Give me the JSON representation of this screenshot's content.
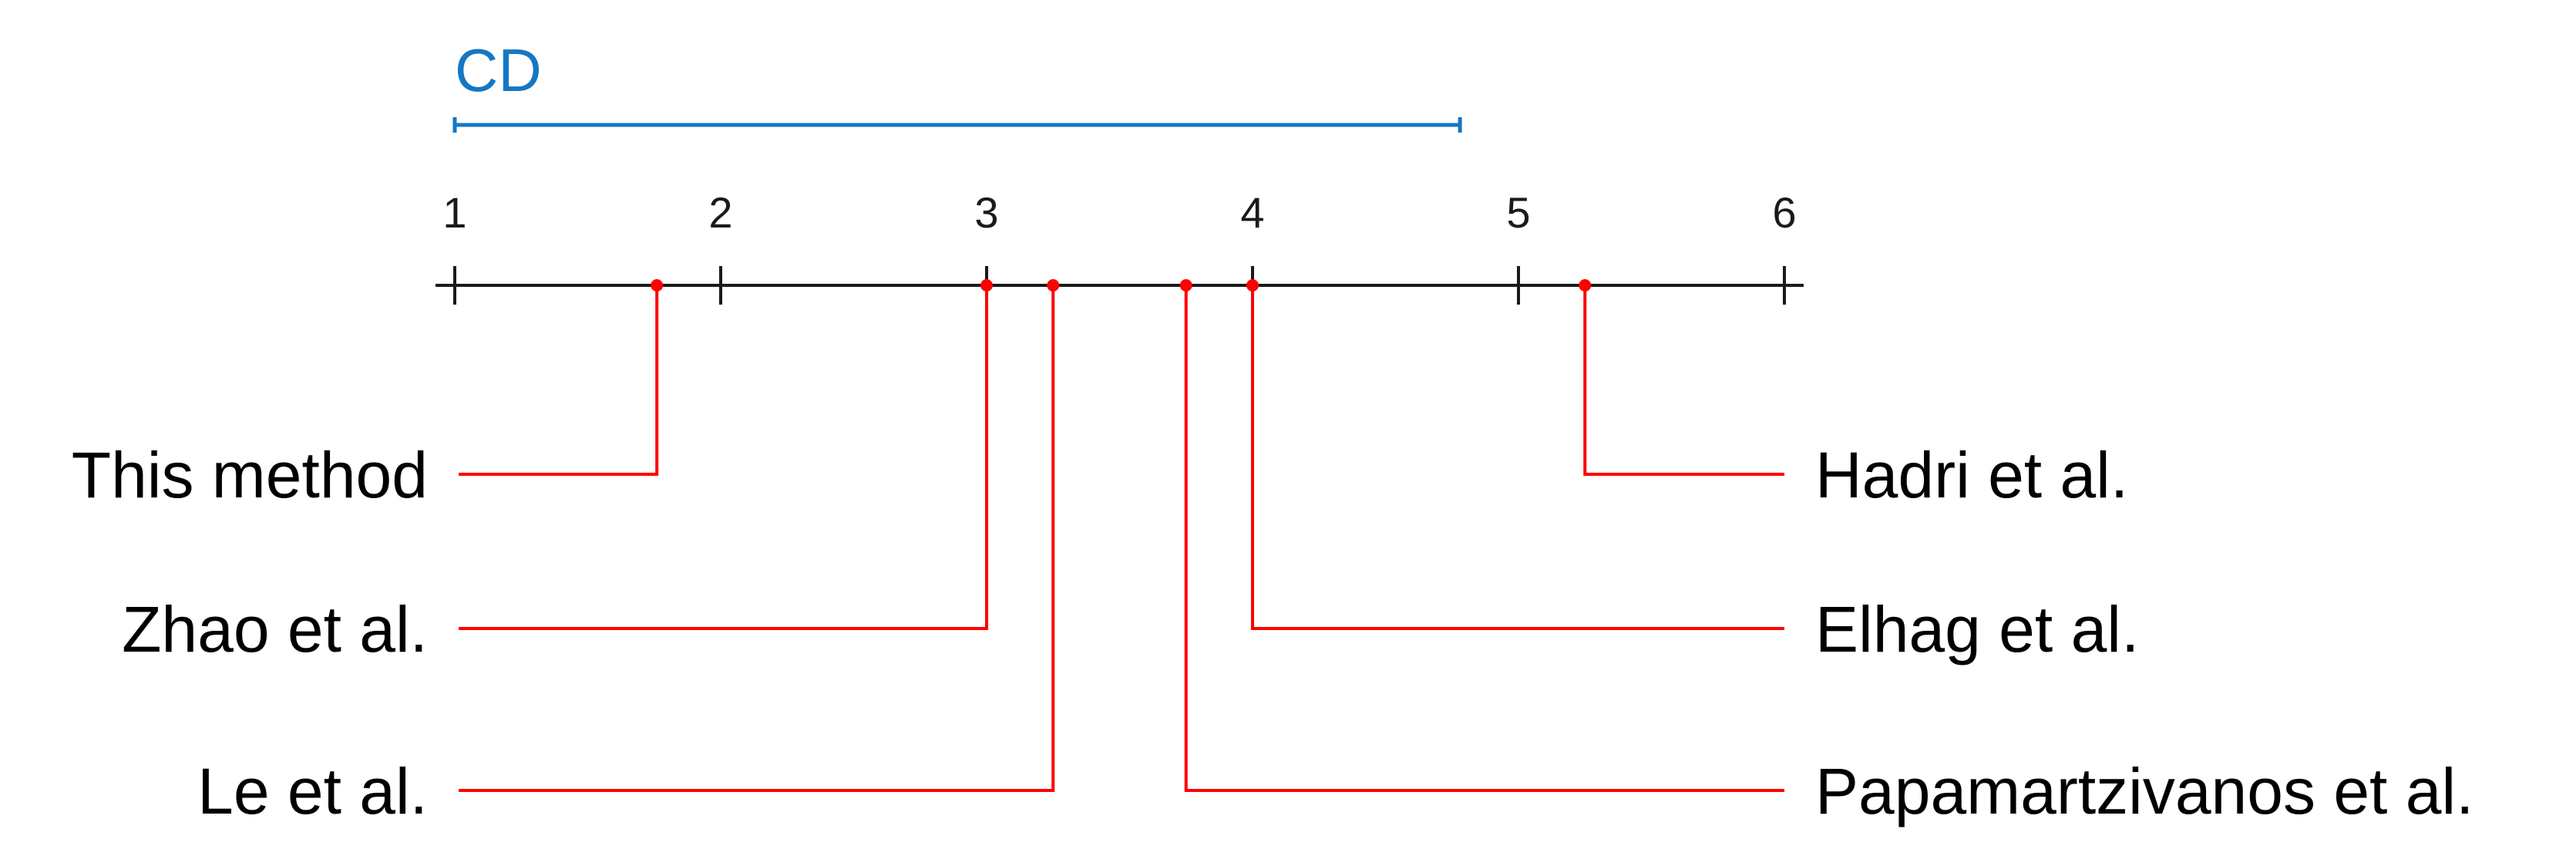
{
  "chart_data": {
    "type": "critical-difference",
    "axis": {
      "min": 1,
      "max": 6,
      "ticks": [
        1,
        2,
        3,
        4,
        5,
        6
      ]
    },
    "cd": {
      "label": "CD",
      "start": 1,
      "length": 3.78
    },
    "methods": [
      {
        "name": "This method",
        "rank": 1.76,
        "side": "left"
      },
      {
        "name": "Zhao et al.",
        "rank": 3.0,
        "side": "left"
      },
      {
        "name": "Le et al.",
        "rank": 3.25,
        "side": "left"
      },
      {
        "name": "Hadri et al.",
        "rank": 5.25,
        "side": "right"
      },
      {
        "name": "Elhag et al.",
        "rank": 4.0,
        "side": "right"
      },
      {
        "name": "Papamartzivanos et al.",
        "rank": 3.75,
        "side": "right"
      }
    ],
    "colors": {
      "axis": "#1a1a1a",
      "method": "#ff0000",
      "cd": "#1577c4"
    }
  }
}
